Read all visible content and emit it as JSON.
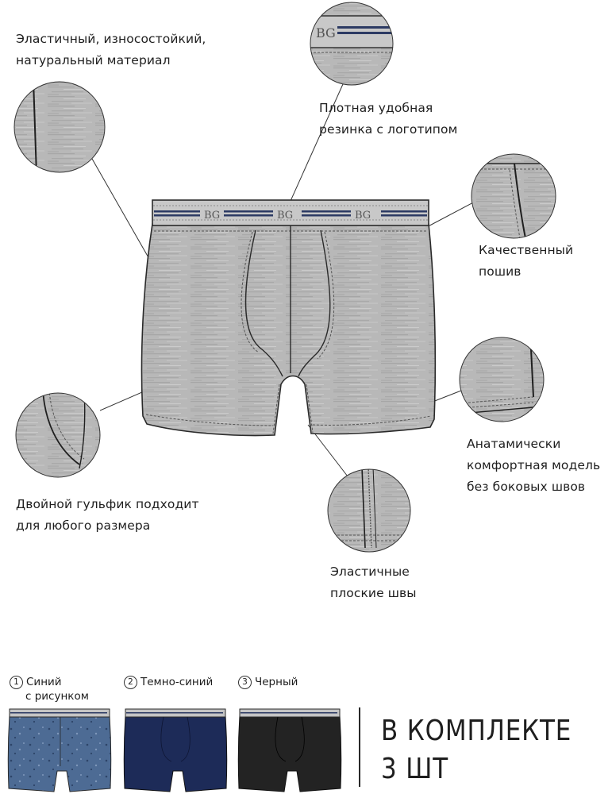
{
  "features": {
    "material": {
      "line1": "Эластичный, износостойкий,",
      "line2": "натуральный материал"
    },
    "waistband": {
      "line1": "Плотная  удобная",
      "line2": "резинка с логотипом"
    },
    "stitching": {
      "line1": "Качественный",
      "line2": "пошив"
    },
    "anatomic": {
      "line1": "Анатамически",
      "line2": "комфортная модель",
      "line3": "без боковых швов"
    },
    "gusset": {
      "line1": "Двойной гульфик подходит",
      "line2": "для любого размера"
    },
    "seams": {
      "line1": "Эластичные",
      "line2": "плоские швы"
    }
  },
  "logo": "BG",
  "variants": [
    {
      "number": "1",
      "line1": "Синий",
      "line2": "с рисунком",
      "color": "#4d6b94"
    },
    {
      "number": "2",
      "line1": "Темно-синий",
      "color": "#1d2b58"
    },
    {
      "number": "3",
      "line1": "Черный",
      "color": "#232323"
    }
  ],
  "set": {
    "line1": "В КОМПЛЕКТЕ",
    "line2": "3 ШТ"
  },
  "colors": {
    "fabric": "#b9b9b9",
    "stripe": "#2c3a63",
    "outline": "#2a2a2a"
  }
}
